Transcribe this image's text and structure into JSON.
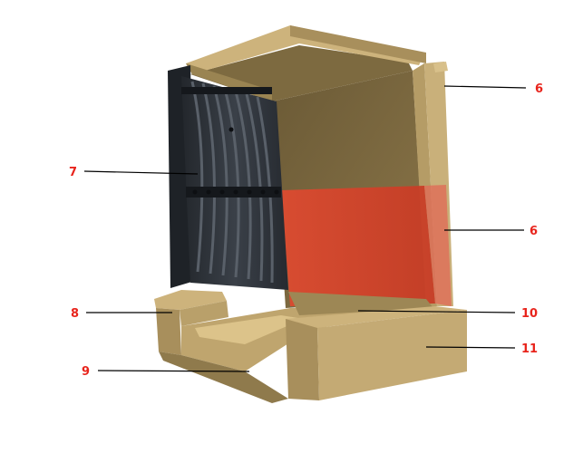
{
  "colors": {
    "background": "#ffffff",
    "callout_text": "#e8241c",
    "leader_line": "#000000",
    "brick_front": "#9a8452",
    "brick_side": "#baa06a",
    "brick_top": "#cdb37c",
    "grate_dark": "#2b2f35",
    "grate_mid": "#4a5058",
    "grate_light": "#6e757d",
    "hot_zone": "#d8402a",
    "ash_bed": "#d9c088"
  },
  "callouts": [
    {
      "id": "top-right",
      "label": "6"
    },
    {
      "id": "left-upper",
      "label": "7"
    },
    {
      "id": "right-middle",
      "label": "6"
    },
    {
      "id": "left-lower",
      "label": "8"
    },
    {
      "id": "right-lower-a",
      "label": "10"
    },
    {
      "id": "left-bottom",
      "label": "9"
    },
    {
      "id": "right-lower-b",
      "label": "11"
    }
  ]
}
